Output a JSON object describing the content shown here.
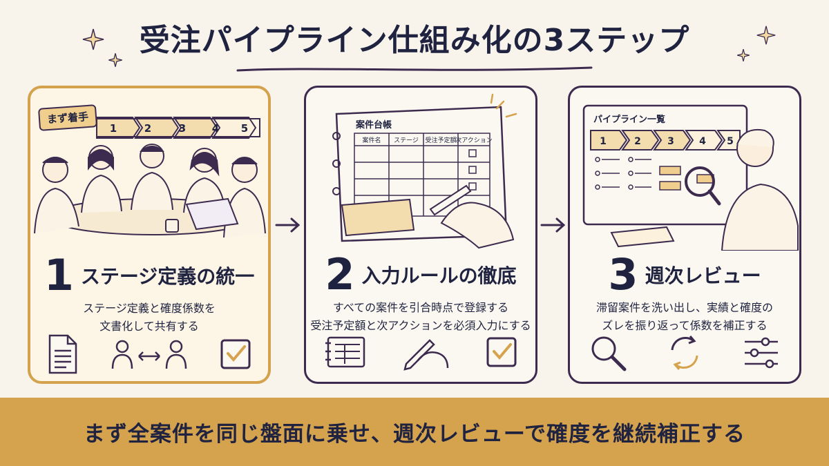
{
  "title": "受注パイプライン仕組み化の3ステップ",
  "steps": [
    {
      "number": "1",
      "title": "ステージ定義の統一",
      "badge": "まず着手",
      "desc": [
        "ステージ定義と確度係数を",
        "文書化して共有する"
      ],
      "stage_labels": [
        "1",
        "2",
        "3",
        "4",
        "5"
      ],
      "icons": [
        "document-icon",
        "people-sync-icon",
        "checkbox-icon"
      ]
    },
    {
      "number": "2",
      "title": "入力ルールの徹底",
      "ledger": {
        "title": "案件台帳",
        "columns": [
          "案件名",
          "ステージ",
          "受注予定額",
          "次アクション"
        ]
      },
      "desc": [
        "すべての案件を引合時点で登録する",
        "受注予定額と次アクションを必須入力にする"
      ],
      "icons": [
        "ledger-icon",
        "writing-hand-icon",
        "checkbox-icon"
      ]
    },
    {
      "number": "3",
      "title": "週次レビュー",
      "screen": {
        "title": "パイプライン一覧",
        "stages": [
          "1",
          "2",
          "3",
          "4",
          "5"
        ]
      },
      "desc": [
        "滞留案件を洗い出し、実績と確度の",
        "ズレを振り返って係数を補正する"
      ],
      "icons": [
        "magnifier-icon",
        "cycle-icon",
        "sliders-icon"
      ]
    }
  ],
  "footer": "まず全案件を同じ盤面に乗せ、週次レビューで確度を継続補正する",
  "colors": {
    "navy": "#1f2340",
    "outline": "#3d2b4f",
    "gold": "#d5a24e",
    "cream": "#f8f4ec"
  }
}
